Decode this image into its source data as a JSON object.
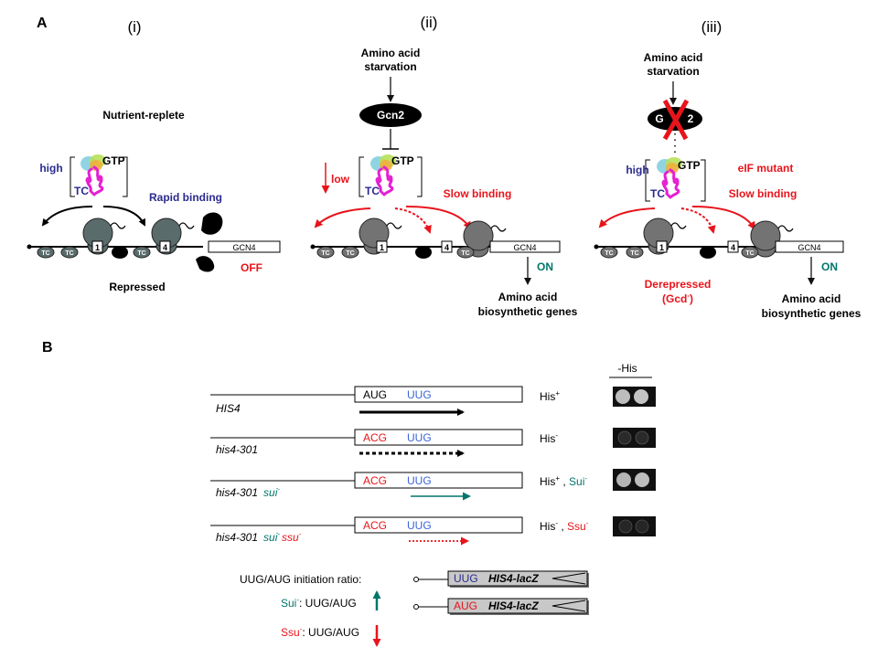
{
  "colors": {
    "navy": "#2b2b8f",
    "red": "#e8141b",
    "teal": "#00766b",
    "blue": "#3b63d9",
    "magenta": "#e51fd2",
    "grayRibo": "#737373",
    "darkRibo": "#5a6b6b",
    "lightBox": "#c8c8c8"
  },
  "icons": [
    "ribosome-icon",
    "eif2-complex-icon",
    "cross-icon",
    "tc-badge-icon",
    "trna-icon"
  ],
  "panelA": {
    "label": "A",
    "i": {
      "numeral": "(i)",
      "condition": "Nutrient-replete",
      "tc_level": "high",
      "gtp": "GTP",
      "tc": "TC",
      "binding": "Rapid binding",
      "orf1": "1",
      "orf4": "4",
      "gene": "GCN4",
      "gene_state": "OFF",
      "outcome": "Repressed",
      "tc_badge": "TC"
    },
    "ii": {
      "numeral": "(ii)",
      "starv1": "Amino acid",
      "starv2": "starvation",
      "kinase": "Gcn2",
      "tc_level": "low",
      "gtp": "GTP",
      "tc": "TC",
      "binding": "Slow binding",
      "orf1": "1",
      "orf4": "4",
      "gene": "GCN4",
      "gene_state": "ON",
      "target1": "Amino acid",
      "target2": "biosynthetic genes",
      "tc_badge": "TC"
    },
    "iii": {
      "numeral": "(iii)",
      "starv1": "Amino acid",
      "starv2": "starvation",
      "kinase_left": "G",
      "kinase_right": "2",
      "tc_level": "high",
      "gtp": "GTP",
      "tc": "TC",
      "mutant": "eIF mutant",
      "binding": "Slow binding",
      "orf1": "1",
      "orf4": "4",
      "gene": "GCN4",
      "gene_state": "ON",
      "derepressed": "Derepressed",
      "gcd_open": "(Gcd",
      "gcd_sup": "-",
      "gcd_close": ")",
      "target1": "Amino acid",
      "target2": "biosynthetic genes",
      "tc_badge": "TC"
    }
  },
  "panelB": {
    "label": "B",
    "column_header": "-His",
    "rows": [
      {
        "name": "HIS4",
        "start": "AUG",
        "alt": "UUG",
        "pheno": "His",
        "pheno_sup": "+",
        "extra": "",
        "extra_sup": "",
        "strain_a": "",
        "strain_b": ""
      },
      {
        "name": "his4-301",
        "start": "ACG",
        "alt": "UUG",
        "pheno": "His",
        "pheno_sup": "-",
        "extra": "",
        "extra_sup": "",
        "strain_a": "",
        "strain_b": ""
      },
      {
        "name": "his4-301",
        "start": "ACG",
        "alt": "UUG",
        "pheno": "His",
        "pheno_sup": "+",
        "extra": "Sui",
        "extra_sup": "-",
        "strain_a": "sui",
        "strain_b": ""
      },
      {
        "name": "his4-301",
        "start": "ACG",
        "alt": "UUG",
        "pheno": "His",
        "pheno_sup": "-",
        "extra": "Ssu",
        "extra_sup": "-",
        "strain_a": "sui",
        "strain_b": "ssu"
      }
    ],
    "separator": " , ",
    "ratio_label": "UUG/AUG initiation ratio:",
    "sui_label": "Sui",
    "ssu_label": "Ssu",
    "sup_minus": "-",
    "colon_ratio": ":  UUG/AUG",
    "reporter": [
      {
        "codon": "UUG",
        "gene": "HIS4-lacZ"
      },
      {
        "codon": "AUG",
        "gene": "HIS4-lacZ"
      }
    ]
  }
}
